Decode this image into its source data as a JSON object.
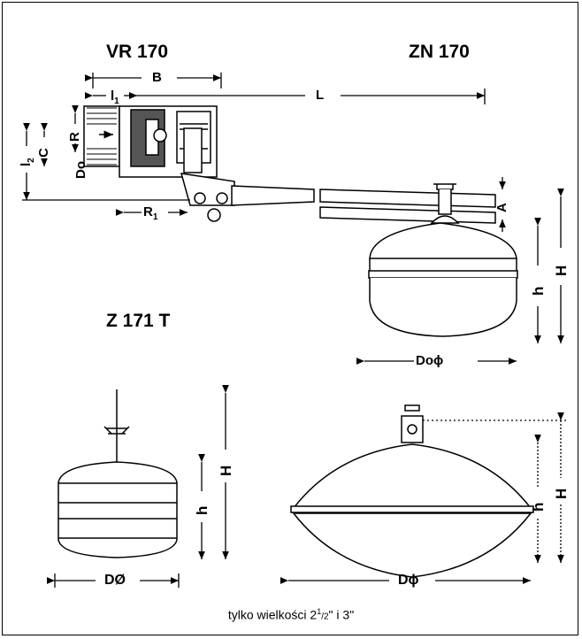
{
  "titles": {
    "vr": "VR 170",
    "zn": "ZN 170",
    "z171": "Z 171 T"
  },
  "dims": {
    "B": "B",
    "L": "L",
    "l1": "l",
    "l1_sub": "1",
    "R": "R",
    "C": "C",
    "l2": "l",
    "l2_sub": "2",
    "Do_left": "Do",
    "R1": "R",
    "R1_sub": "1",
    "A": "A",
    "h_zn": "h",
    "H_zn": "H",
    "Do_zn": "Doϕ",
    "h_z171": "h",
    "H_z171": "H",
    "D_z171": "DØ",
    "h_big": "h",
    "H_big": "H",
    "D_big": "Dϕ"
  },
  "note": {
    "prefix": "tylko wielkości 2",
    "frac_num": "1",
    "frac_den": "/2",
    "suffix": "\" i 3\""
  }
}
